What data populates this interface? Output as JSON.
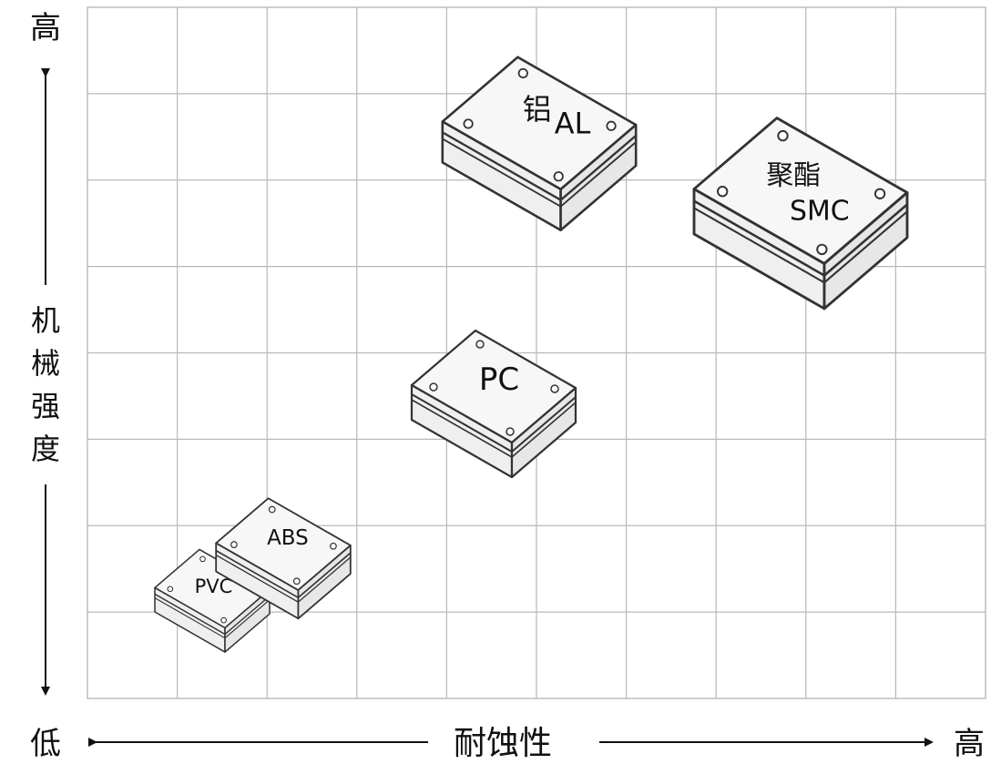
{
  "y_axis": {
    "top_label": "高",
    "bottom_label": "低",
    "chars": [
      "机",
      "械",
      "强",
      "度"
    ]
  },
  "x_axis": {
    "label": "耐蚀性",
    "right_label": "高"
  },
  "grid": {
    "columns": 10,
    "rows": 8,
    "line_color": "#b8b8b8"
  },
  "colors": {
    "box_top": "#f7f7f7",
    "box_side": "#ececec",
    "box_outline": "#333333",
    "text": "#111111"
  },
  "boxes": [
    {
      "name": "pvc",
      "lines": [
        "PVC"
      ]
    },
    {
      "name": "abs",
      "lines": [
        "ABS"
      ]
    },
    {
      "name": "pc",
      "lines": [
        "PC"
      ]
    },
    {
      "name": "aluminum",
      "lines": [
        "铝",
        "AL"
      ]
    },
    {
      "name": "polyester-smc",
      "lines": [
        "聚酯",
        "SMC"
      ]
    }
  ]
}
